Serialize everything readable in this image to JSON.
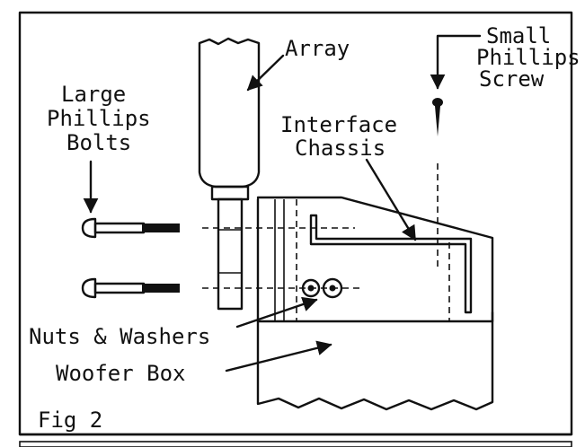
{
  "figure": {
    "caption": "Fig 2",
    "labels": {
      "array": "Array",
      "small_phillips_screw": [
        "Small",
        "Phillips",
        "Screw"
      ],
      "large_phillips_bolts": [
        "Large",
        "Phillips",
        "Bolts"
      ],
      "interface_chassis": [
        "Interface",
        "Chassis"
      ],
      "nuts_washers": "Nuts & Washers",
      "woofer_box": "Woofer Box"
    }
  }
}
